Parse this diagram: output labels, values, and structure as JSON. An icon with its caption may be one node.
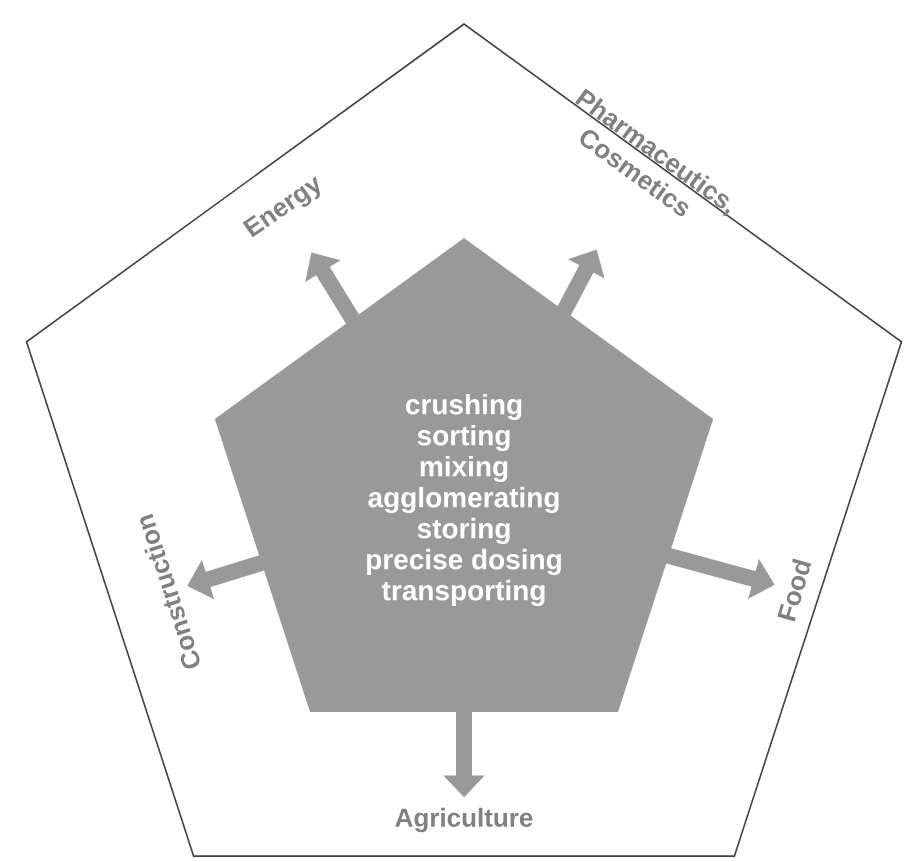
{
  "diagram": {
    "nodes": [
      {
        "text": [],
        "shape": "pentagon"
      },
      {
        "text": [
          "crushing",
          "sorting",
          "mixing",
          "agglomerating",
          "storing",
          "precise dosing",
          "transporting"
        ],
        "in": 0
      },
      {
        "text": [
          "Energy"
        ],
        "in": 0
      },
      {
        "text": [
          "Pharmaceutics, Cosmetics"
        ],
        "in": 0
      },
      {
        "text": [
          "Construction"
        ],
        "in": 0
      },
      {
        "text": [
          "Food"
        ],
        "in": 0
      },
      {
        "text": [
          "Agriculture"
        ],
        "in": 0
      }
    ],
    "edges": [
      {
        "from": 1,
        "to": 2,
        "arrow": "to"
      },
      {
        "from": 1,
        "to": 3,
        "arrow": "to"
      },
      {
        "from": 1,
        "to": 4,
        "arrow": "to"
      },
      {
        "from": 1,
        "to": 5,
        "arrow": "to"
      },
      {
        "from": 1,
        "to": 6,
        "arrow": "to"
      }
    ]
  }
}
